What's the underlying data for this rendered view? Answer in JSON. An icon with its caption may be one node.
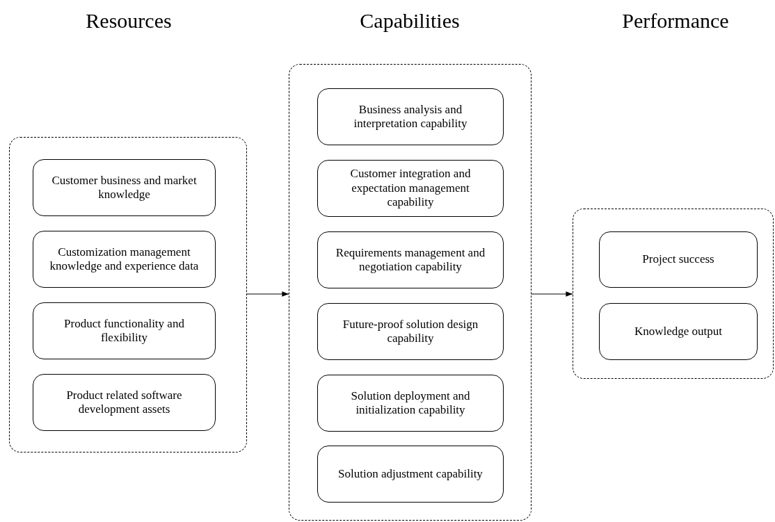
{
  "diagram": {
    "nodes": [
      {
        "text": [],
        "shape": "box"
      },
      {
        "text": [
          "Customer business and market knowledge"
        ],
        "in": 0
      },
      {
        "text": [
          "Customization management knowledge and experience data"
        ],
        "in": 0
      },
      {
        "text": [
          "Product functionality and flexibility"
        ],
        "in": 0
      },
      {
        "text": [
          "Product related software development assets"
        ],
        "in": 0
      },
      {
        "text": [],
        "shape": "box"
      },
      {
        "text": [
          "Business analysis and interpretation capability"
        ],
        "in": 5
      },
      {
        "text": [
          "Customer integration and expectation management capability"
        ],
        "in": 5
      },
      {
        "text": [
          "Requirements management and negotiation capability"
        ],
        "in": 5
      },
      {
        "text": [
          "Future-proof solution design capability"
        ],
        "in": 5
      },
      {
        "text": [
          "Solution deployment and initialization capability"
        ],
        "in": 5
      },
      {
        "text": [
          "Solution adjustment capability"
        ],
        "in": 5
      },
      {
        "text": [],
        "shape": "box"
      },
      {
        "text": [
          "Project success"
        ],
        "in": 12
      },
      {
        "text": [
          "Knowledge output"
        ],
        "in": 12
      }
    ],
    "edges": [
      {
        "from": 0,
        "to": 5,
        "arrow": "to"
      },
      {
        "from": 5,
        "to": 12,
        "arrow": "to"
      }
    ],
    "labels": [
      "Resources",
      "Capabilities",
      "Performance"
    ]
  }
}
